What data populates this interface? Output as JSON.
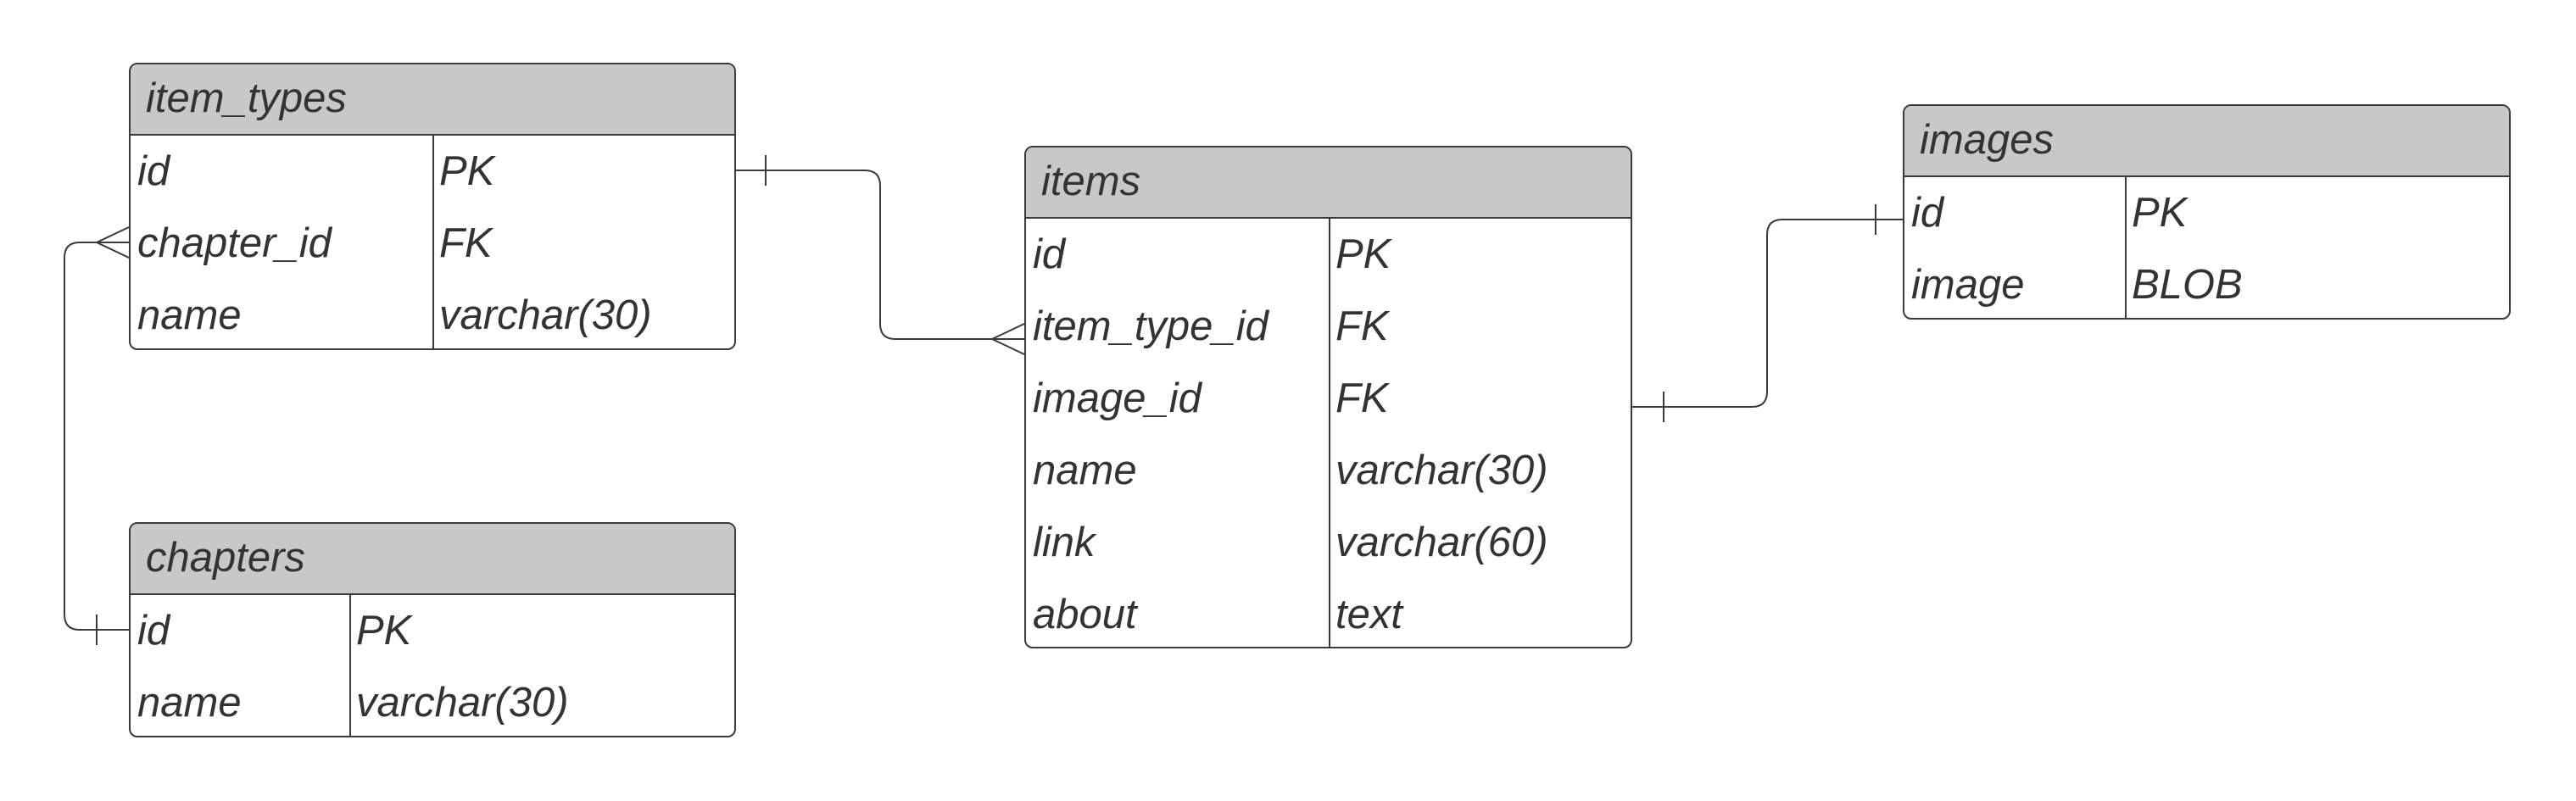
{
  "entities": {
    "item_types": {
      "name": "item_types",
      "rows": [
        {
          "field": "id",
          "type": "PK"
        },
        {
          "field": "chapter_id",
          "type": "FK"
        },
        {
          "field": "name",
          "type": "varchar(30)"
        }
      ]
    },
    "chapters": {
      "name": "chapters",
      "rows": [
        {
          "field": "id",
          "type": "PK"
        },
        {
          "field": "name",
          "type": "varchar(30)"
        }
      ]
    },
    "items": {
      "name": "items",
      "rows": [
        {
          "field": "id",
          "type": "PK"
        },
        {
          "field": "item_type_id",
          "type": "FK"
        },
        {
          "field": "image_id",
          "type": "FK"
        },
        {
          "field": "name",
          "type": "varchar(30)"
        },
        {
          "field": "link",
          "type": "varchar(60)"
        },
        {
          "field": "about",
          "type": "text"
        }
      ]
    },
    "images": {
      "name": "images",
      "rows": [
        {
          "field": "id",
          "type": "PK"
        },
        {
          "field": "image",
          "type": "BLOB"
        }
      ]
    }
  },
  "relationships": [
    {
      "from": "item_types.id",
      "from_end": "one",
      "to": "items.item_type_id",
      "to_end": "many"
    },
    {
      "from": "chapters.id",
      "from_end": "one",
      "to": "item_types.chapter_id",
      "to_end": "many"
    },
    {
      "from": "items.image_id",
      "from_end": "one",
      "to": "images.id",
      "to_end": "one"
    }
  ],
  "colors": {
    "header_fill": "#c8c8c8",
    "border": "#3a3a3a",
    "text": "#333333",
    "background": "#ffffff"
  }
}
